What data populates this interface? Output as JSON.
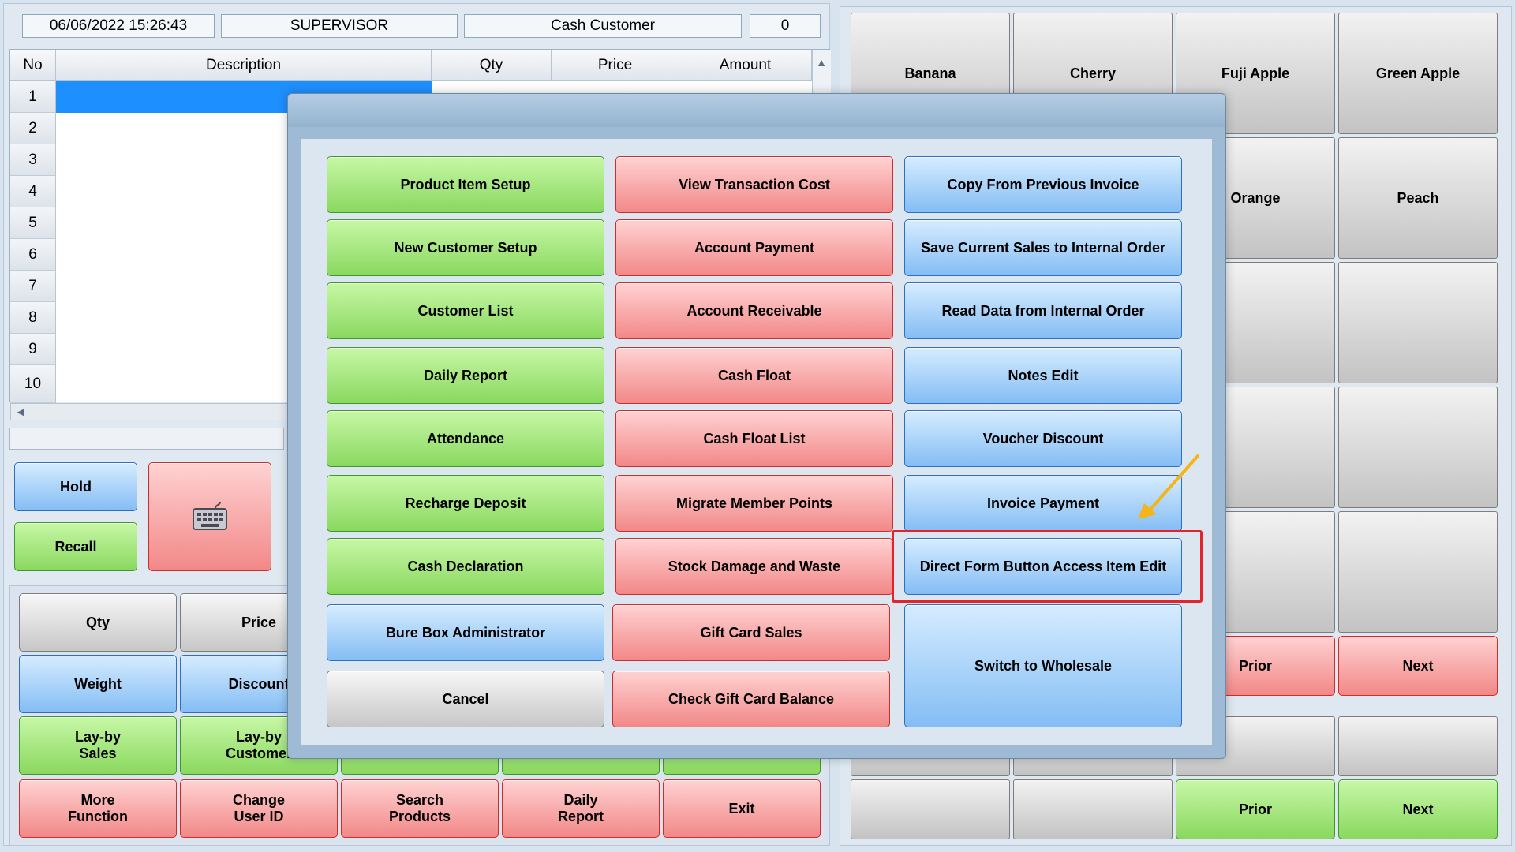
{
  "header": {
    "datetime": "06/06/2022  15:26:43",
    "user": "SUPERVISOR",
    "customer": "Cash Customer",
    "count": "0"
  },
  "grid": {
    "columns": [
      "No",
      "Description",
      "Qty",
      "Price",
      "Amount"
    ],
    "rows": [
      "1",
      "2",
      "3",
      "4",
      "5",
      "6",
      "7",
      "8",
      "9",
      "10"
    ]
  },
  "left_buttons": {
    "hold": "Hold",
    "recall": "Recall",
    "keyboard_icon": "keyboard-icon"
  },
  "function_pad": {
    "qty": "Qty",
    "price": "Price",
    "weight": "Weight",
    "discount": "Discount",
    "layby_sales": "Lay-by\nSales",
    "layby_customer": "Lay-by\nCustomer",
    "more_function": "More\nFunction",
    "change_user": "Change\nUser ID",
    "search_products": "Search\nProducts",
    "daily_report": "Daily\nReport",
    "exit": "Exit"
  },
  "products": {
    "banana": "Banana",
    "cherry": "Cherry",
    "fuji_apple": "Fuji Apple",
    "green_apple": "Green Apple",
    "orange": "Orange",
    "peach": "Peach",
    "prior": "Prior",
    "next": "Next",
    "prior2": "Prior",
    "next2": "Next"
  },
  "dialog": {
    "col1": [
      "Product Item Setup",
      "New Customer Setup",
      "Customer List",
      "Daily Report",
      "Attendance",
      "Recharge Deposit",
      "Cash Declaration",
      "Bure Box Administrator",
      "Cancel"
    ],
    "col2": [
      "View Transaction Cost",
      "Account Payment",
      "Account Receivable",
      "Cash Float",
      "Cash Float List",
      "Migrate Member Points",
      "Stock Damage and Waste",
      "Gift Card Sales",
      "Check Gift Card Balance"
    ],
    "col3": [
      "Copy From Previous Invoice",
      "Save Current Sales to Internal Order",
      "Read Data from Internal Order",
      "Notes Edit",
      "Voucher Discount",
      "Invoice Payment",
      "Direct Form Button Access Item Edit",
      "Switch to Wholesale"
    ]
  },
  "colors": {
    "green": "#8ad85f",
    "red": "#f28888",
    "blue": "#84bdf4",
    "highlight": "#e8222a",
    "arrow": "#f5b418"
  }
}
